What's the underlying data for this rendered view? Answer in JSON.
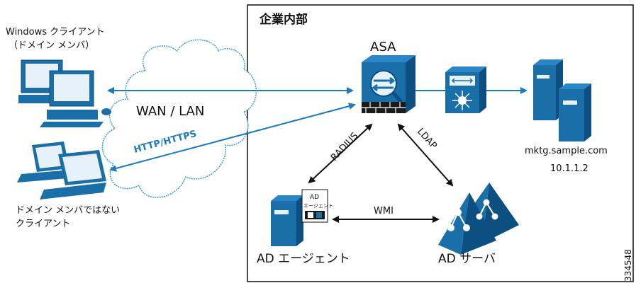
{
  "zone": {
    "title": "企業内部"
  },
  "clients": {
    "windows_client": {
      "line1": "Windows クライアント",
      "line2": "（ドメイン メンバ）"
    },
    "non_domain_client": {
      "line1": "ドメイン メンバではない",
      "line2": "クライアント"
    }
  },
  "network": {
    "cloud_label": "WAN / LAN",
    "protocol_label": "HTTP/HTTPS"
  },
  "asa": {
    "label": "ASA"
  },
  "server": {
    "hostname": "mktg.sample.com",
    "ip": "10.1.1.2"
  },
  "ad_agent": {
    "label": "AD エージェント",
    "badge_line1": "AD",
    "badge_line2": "エージェント"
  },
  "ad_server": {
    "label": "AD サーバ"
  },
  "links": {
    "radius": "RADIUS",
    "ldap": "LDAP",
    "wmi": "WMI"
  },
  "figure_id": "334548",
  "colors": {
    "device_blue": "#1a6fa8",
    "device_dark": "#0d4f80",
    "accent_blue": "#1a7bbf",
    "cloud_outline": "#3a9ad6",
    "line": "#111111"
  }
}
